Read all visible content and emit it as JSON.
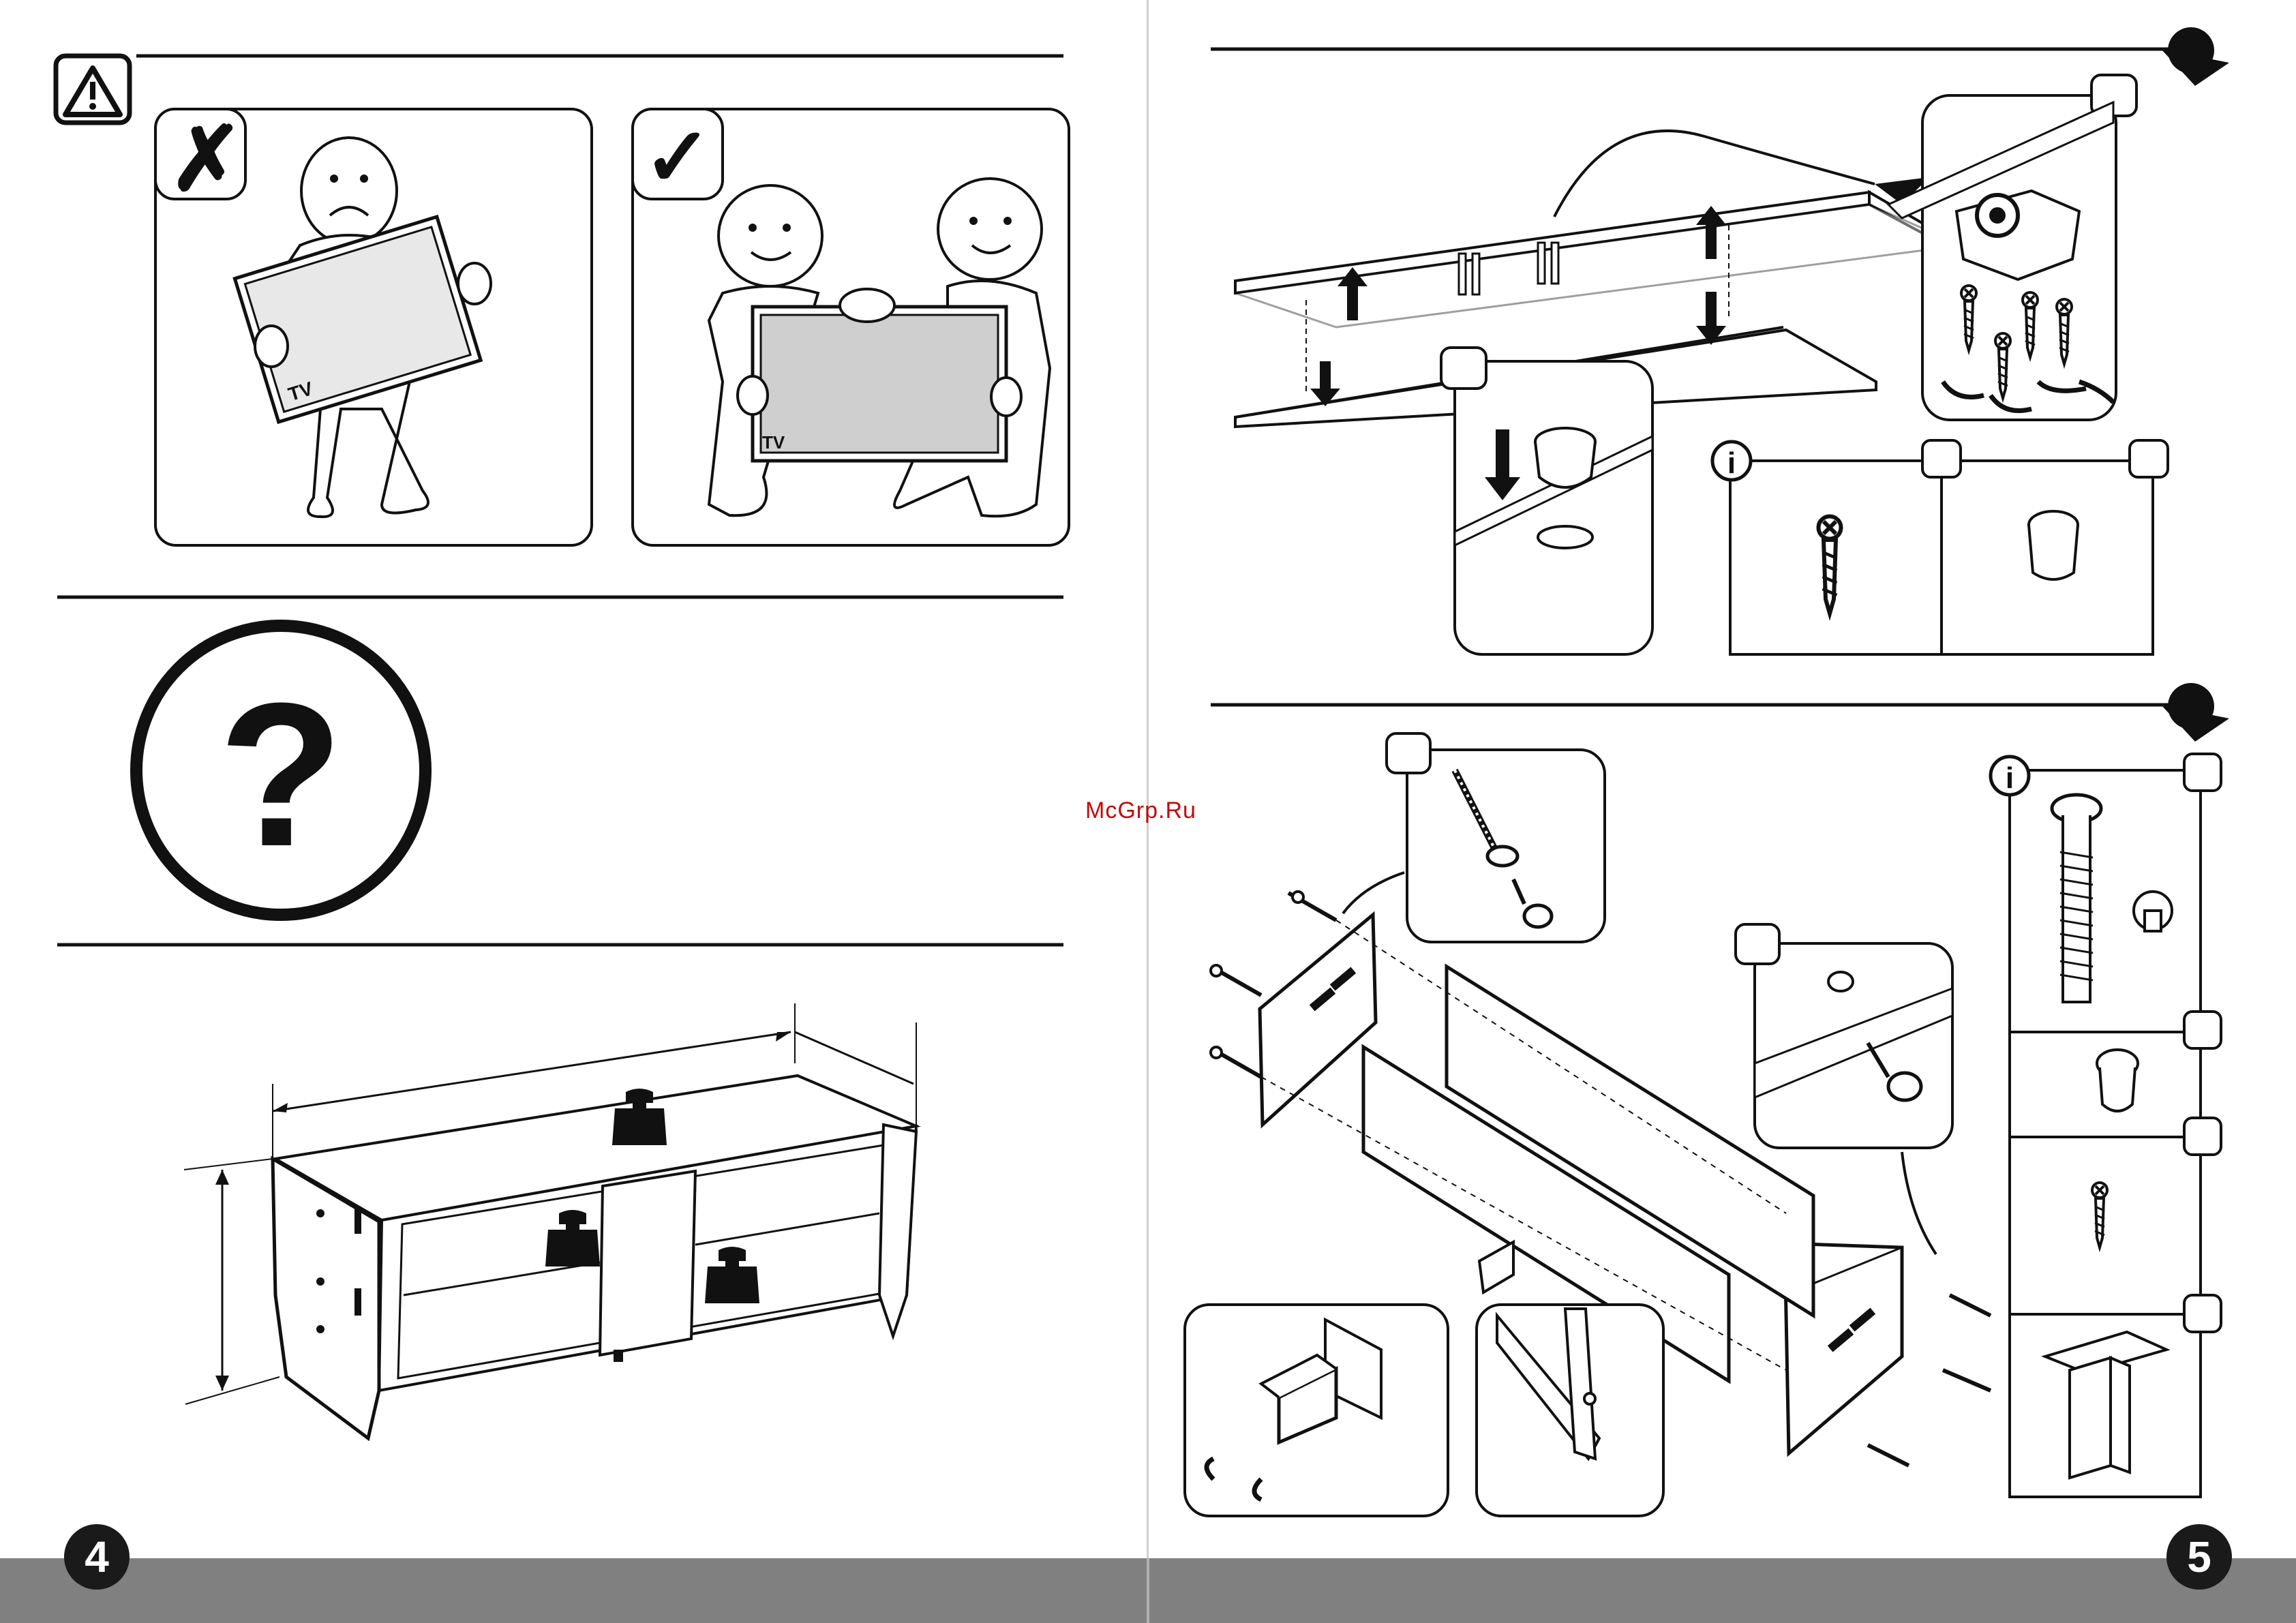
{
  "watermark": "McGrp.Ru",
  "page_numbers": {
    "left": "4",
    "right": "5"
  },
  "tv_labels": {
    "wrong": "TV",
    "correct": "TV"
  },
  "marks": {
    "wrong": "✗",
    "correct": "✓"
  },
  "info_glyph": "i",
  "question_glyph": "?",
  "icons": [
    "warning-icon",
    "info-icon",
    "question-icon",
    "step-marker-icon",
    "weight-icon",
    "arrow-icon"
  ]
}
